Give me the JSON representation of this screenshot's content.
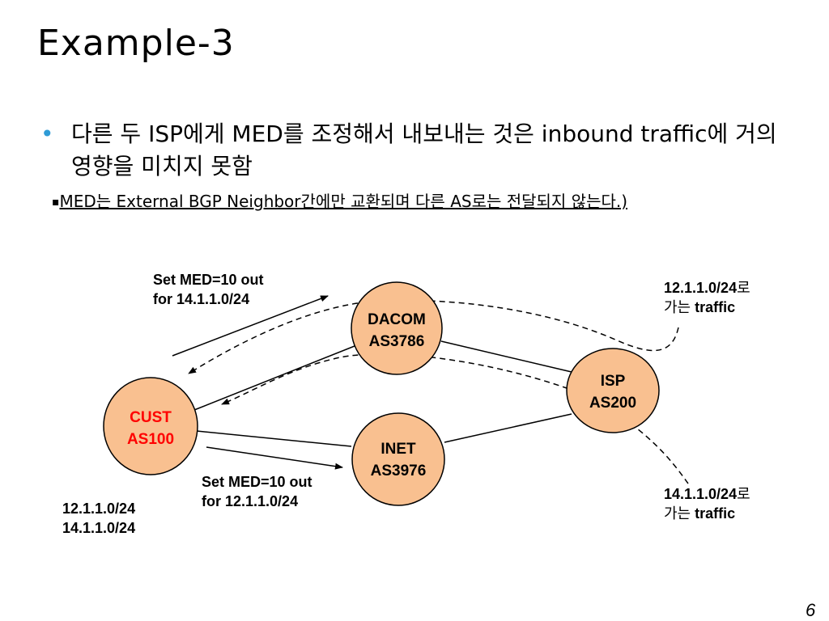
{
  "slide": {
    "title": "Example-3",
    "bullet": "다른 두 ISP에게 MED를 조정해서 내보내는 것은 inbound traffic에 거의 영향을 미치지 못함",
    "bullet_marker": "•",
    "sub_marker": "▪",
    "sub_note": "MED는  External BGP Neighbor간에만 교환되며  다른 AS로는 전달되지 않는다.)",
    "page_number": "6"
  },
  "diagram": {
    "nodes": {
      "cust": {
        "line1": "CUST",
        "line2": "AS100"
      },
      "dacom": {
        "line1": "DACOM",
        "line2": "AS3786"
      },
      "inet": {
        "line1": "INET",
        "line2": "AS3976"
      },
      "isp": {
        "line1": "ISP",
        "line2": "AS200"
      }
    },
    "labels": {
      "med_top_1": "Set MED=10 out",
      "med_top_2": "for 14.1.1.0/24",
      "med_bottom_1": "Set MED=10 out",
      "med_bottom_2": "for 12.1.1.0/24",
      "prefix_1": "12.1.1.0/24",
      "prefix_2": "14.1.1.0/24",
      "traffic_top_prefix": "12.1.1.0/24",
      "traffic_top_suffix": "로",
      "traffic_top_line2_a": "가는",
      "traffic_top_line2_b": "traffic",
      "traffic_bottom_prefix": "14.1.1.0/24",
      "traffic_bottom_suffix": "로",
      "traffic_bottom_line2_a": "가는",
      "traffic_bottom_line2_b": "traffic"
    },
    "colors": {
      "node_fill": "#f9c090",
      "node_stroke": "#000000",
      "cust_text": "#ff0000",
      "bullet": "#2e9bd6"
    }
  }
}
